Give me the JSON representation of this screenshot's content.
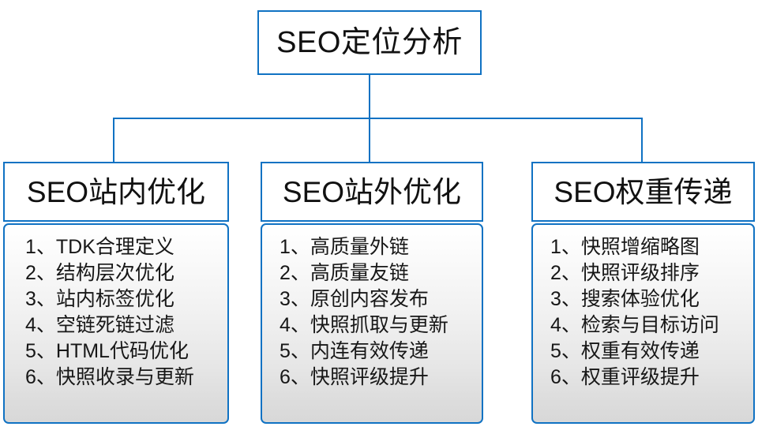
{
  "diagram": {
    "type": "organization-tree",
    "accent_color": "#1072C3",
    "text_color": "#171717",
    "root": {
      "label": "SEO定位分析"
    },
    "branches": [
      {
        "id": "on-site",
        "header": "SEO站内优化",
        "items": [
          "1、TDK合理定义",
          "2、结构层次优化",
          "3、站内标签优化",
          "4、空链死链过滤",
          "5、HTML代码优化",
          "6、快照收录与更新"
        ]
      },
      {
        "id": "off-site",
        "header": "SEO站外优化",
        "items": [
          "1、高质量外链",
          "2、高质量友链",
          "3、原创内容发布",
          "4、快照抓取与更新",
          "5、内连有效传递",
          "6、快照评级提升"
        ]
      },
      {
        "id": "weight-transfer",
        "header": "SEO权重传递",
        "items": [
          "1、快照增缩略图",
          "2、快照评级排序",
          "3、搜索体验优化",
          "4、检索与目标访问",
          "5、权重有效传递",
          "6、权重评级提升"
        ]
      }
    ]
  }
}
